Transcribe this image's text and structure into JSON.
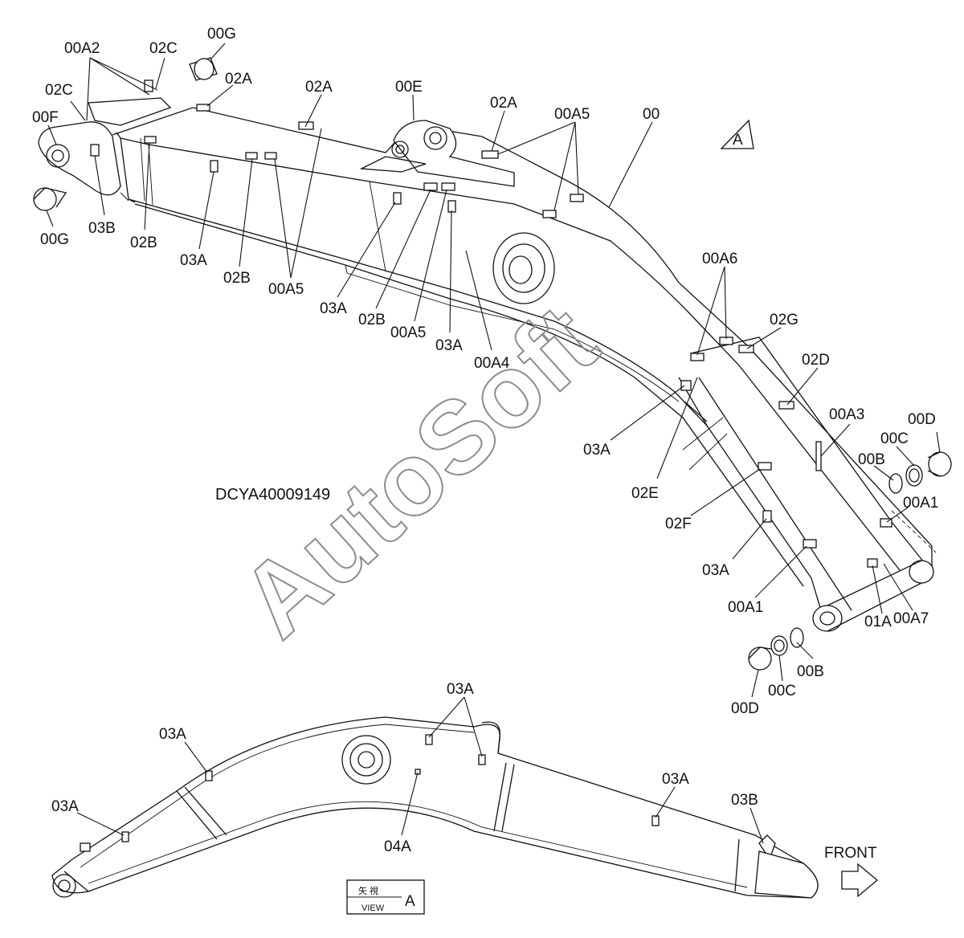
{
  "diagram": {
    "drawing_code": "DCYA40009149",
    "watermark": "AutoSoft",
    "front_label": "FRONT",
    "view_marker": "A",
    "view_box": {
      "kanji": "矢 視",
      "view_word": "VIEW",
      "letter": "A"
    },
    "upper_labels": {
      "l00A2": "00A2",
      "l02C_top": "02C",
      "l00G_top": "00G",
      "l02C_left": "02C",
      "l02A_1": "02A",
      "l02A_2": "02A",
      "l00E": "00E",
      "l02A_3": "02A",
      "l00A5_top": "00A5",
      "l00_main": "00",
      "l00F": "00F",
      "l00G_left": "00G",
      "l03B_upper": "03B",
      "l02B_1": "02B",
      "l03A_1": "03A",
      "l02B_2": "02B",
      "l00A5_mid": "00A5",
      "l03A_2": "03A",
      "l02B_3": "02B",
      "l00A5_low": "00A5",
      "l03A_3": "03A",
      "l00A4": "00A4",
      "l00A6": "00A6",
      "l02G": "02G",
      "l02D": "02D",
      "l00A3": "00A3",
      "l00D_top": "00D",
      "l00C_top": "00C",
      "l00B_top": "00B",
      "l00A1_right": "00A1",
      "l03A_4": "03A",
      "l02E": "02E",
      "l02F": "02F",
      "l03A_5": "03A",
      "l00A1_low": "00A1",
      "l01A": "01A",
      "l00A7": "00A7",
      "l00B_low": "00B",
      "l00C_low": "00C",
      "l00D_low": "00D"
    },
    "lower_labels": {
      "l03A_top": "03A",
      "l03A_left1": "03A",
      "l03A_left2": "03A",
      "l03A_right": "03A",
      "l03B_lower": "03B",
      "l04A": "04A"
    }
  }
}
